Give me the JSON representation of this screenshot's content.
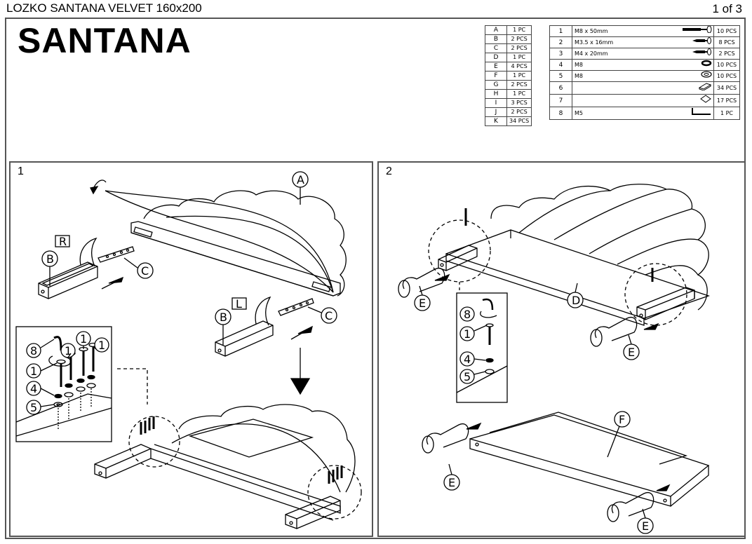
{
  "header": {
    "document_title": "LOZKO SANTANA VELVET 160x200",
    "page_indicator": "1 of 3",
    "product_name": "SANTANA"
  },
  "panels_parts": [
    {
      "letter": "A",
      "qty": "1 PC"
    },
    {
      "letter": "B",
      "qty": "2 PCS"
    },
    {
      "letter": "C",
      "qty": "2 PCS"
    },
    {
      "letter": "D",
      "qty": "1 PC"
    },
    {
      "letter": "E",
      "qty": "4 PCS"
    },
    {
      "letter": "F",
      "qty": "1 PC"
    },
    {
      "letter": "G",
      "qty": "2 PCS"
    },
    {
      "letter": "H",
      "qty": "1 PC"
    },
    {
      "letter": "I",
      "qty": "3 PCS"
    },
    {
      "letter": "J",
      "qty": "2 PCS"
    },
    {
      "letter": "K",
      "qty": "34 PCS"
    }
  ],
  "hardware": [
    {
      "num": "1",
      "desc": "M8 x 50mm",
      "icon": "bolt-icon",
      "qty": "10 PCS"
    },
    {
      "num": "2",
      "desc": "M3.5 x 16mm",
      "icon": "screw-icon",
      "qty": "8 PCS"
    },
    {
      "num": "3",
      "desc": "M4 x 20mm",
      "icon": "screw-icon",
      "qty": "2 PCS"
    },
    {
      "num": "4",
      "desc": "M8",
      "icon": "spring-washer-icon",
      "qty": "10 PCS"
    },
    {
      "num": "5",
      "desc": "M8",
      "icon": "flat-washer-icon",
      "qty": "10 PCS"
    },
    {
      "num": "6",
      "desc": "",
      "icon": "slat-holder-icon",
      "qty": "34 PCS"
    },
    {
      "num": "7",
      "desc": "",
      "icon": "slat-cap-icon",
      "qty": "17 PCS"
    },
    {
      "num": "8",
      "desc": "M5",
      "icon": "allen-key-icon",
      "qty": "1 PC"
    }
  ],
  "steps": [
    {
      "number": "1",
      "callouts": {
        "headboard": "A",
        "side_right": "B",
        "side_left": "B",
        "bracket_right": "C",
        "bracket_left": "C",
        "side_tag_right": "R",
        "side_tag_left": "L"
      },
      "detail_callouts": [
        "8",
        "1",
        "1",
        "1",
        "1",
        "4",
        "5"
      ]
    },
    {
      "number": "2",
      "callouts": {
        "beam": "D",
        "leg_1": "E",
        "leg_2": "E",
        "leg_3": "E",
        "leg_4": "E",
        "footboard": "F"
      },
      "detail_callouts": [
        "8",
        "1",
        "4",
        "5"
      ]
    }
  ]
}
